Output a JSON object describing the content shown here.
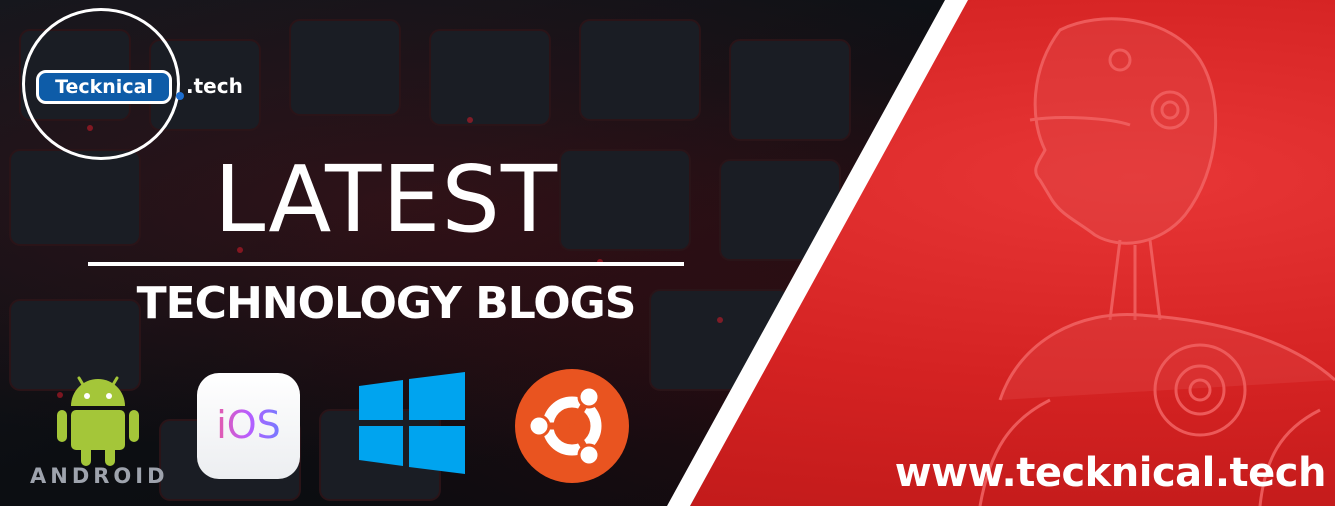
{
  "logo": {
    "name": "Tecknical",
    "suffix": ".tech",
    "brand_color": "#0e5ca8"
  },
  "headline": "LATEST",
  "subheadline": "TECHNOLOGY BLOGS",
  "platforms": [
    {
      "name": "android-icon",
      "label": "ANDROID",
      "color": "#a4c639"
    },
    {
      "name": "ios-icon",
      "label": "iOS"
    },
    {
      "name": "windows-icon",
      "color": "#00a4ef"
    },
    {
      "name": "ubuntu-icon",
      "color": "#e95420"
    }
  ],
  "website": "www.tecknical.tech",
  "colors": {
    "panel_red": "#d42222",
    "background_dark": "#0c0e12",
    "accent_white": "#ffffff"
  }
}
